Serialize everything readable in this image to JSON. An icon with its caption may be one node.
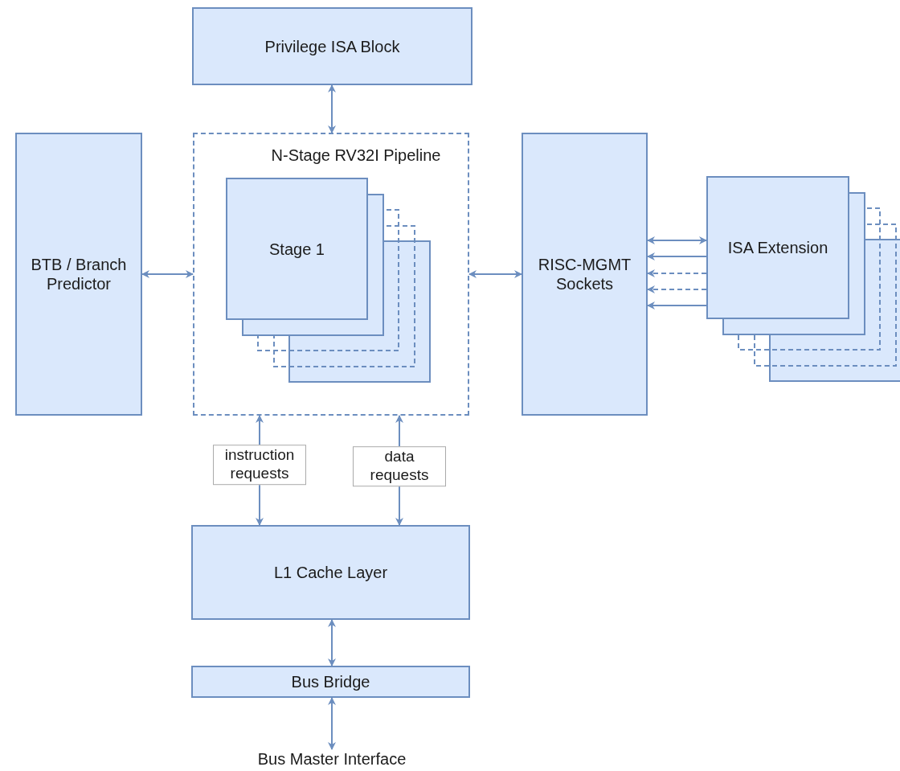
{
  "diagram": {
    "nodes": [
      {
        "text": [
          "Privilege ISA Block"
        ]
      },
      {
        "text": [
          "BTB / Branch Predictor"
        ]
      },
      {
        "text": [
          "N-Stage RV32I Pipeline"
        ]
      },
      {
        "text": [
          "Stage 1"
        ],
        "in": 2
      },
      {
        "text": [
          "RISC-MGMT Sockets"
        ]
      },
      {
        "text": [
          "ISA Extension"
        ]
      },
      {
        "text": [
          "L1 Cache Layer"
        ]
      },
      {
        "text": [
          "Bus Bridge"
        ]
      },
      {
        "text": [
          "Bus Master Interface"
        ]
      }
    ],
    "edges": [
      {
        "from": 0,
        "to": 2,
        "arrow": "both"
      },
      {
        "from": 1,
        "to": 2,
        "arrow": "both"
      },
      {
        "from": 2,
        "to": 4,
        "arrow": "both"
      },
      {
        "from": 4,
        "to": 5,
        "arrow": "both"
      },
      {
        "from": 5,
        "to": 4,
        "arrow": "to"
      },
      {
        "from": 5,
        "to": 4,
        "arrow": "to",
        "style": "dashed"
      },
      {
        "from": 5,
        "to": 4,
        "arrow": "to",
        "style": "dashed"
      },
      {
        "from": 5,
        "to": 4,
        "arrow": "to"
      },
      {
        "from": 2,
        "to": 6,
        "arrow": "both",
        "label": "instruction requests"
      },
      {
        "from": 2,
        "to": 6,
        "arrow": "both",
        "label": "data requests"
      },
      {
        "from": 6,
        "to": 7,
        "arrow": "both"
      },
      {
        "from": 7,
        "to": 8,
        "arrow": "both"
      }
    ]
  }
}
